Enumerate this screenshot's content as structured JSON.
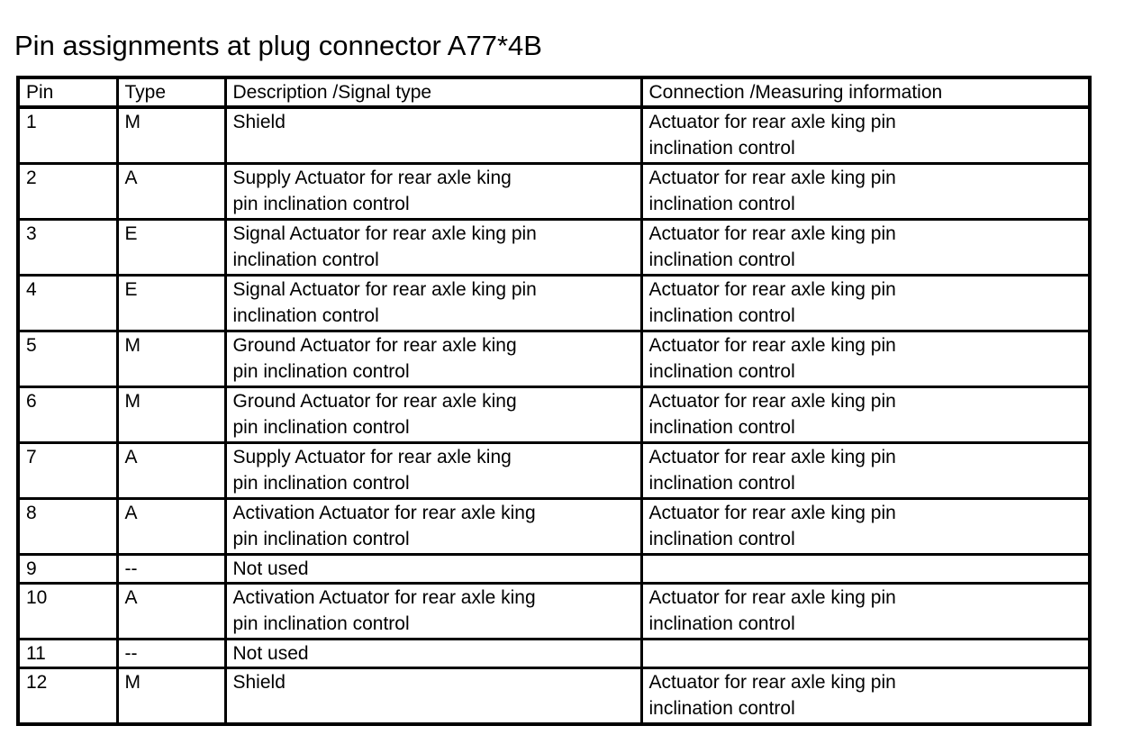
{
  "document": {
    "title": "Pin assignments at plug connector A77*4B"
  },
  "table": {
    "headers": {
      "pin": "Pin",
      "type": "Type",
      "description": "Description /Signal type",
      "connection": "Connection /Measuring information"
    },
    "rows": [
      {
        "pin": "1",
        "type": "M",
        "description_l1": "Shield",
        "description_l2": "",
        "connection_l1": "Actuator for rear axle king pin",
        "connection_l2": "inclination control"
      },
      {
        "pin": "2",
        "type": "A",
        "description_l1": "Supply Actuator for rear axle king",
        "description_l2": "pin inclination control",
        "connection_l1": "Actuator for rear axle king pin",
        "connection_l2": "inclination control"
      },
      {
        "pin": "3",
        "type": "E",
        "description_l1": "Signal Actuator for rear axle king pin",
        "description_l2": "inclination control",
        "connection_l1": "Actuator for rear axle king pin",
        "connection_l2": "inclination control"
      },
      {
        "pin": "4",
        "type": "E",
        "description_l1": "Signal Actuator for rear axle king pin",
        "description_l2": "inclination control",
        "connection_l1": "Actuator for rear axle king pin",
        "connection_l2": "inclination control"
      },
      {
        "pin": "5",
        "type": "M",
        "description_l1": "Ground Actuator for rear axle king",
        "description_l2": "pin inclination control",
        "connection_l1": "Actuator for rear axle king pin",
        "connection_l2": "inclination control"
      },
      {
        "pin": "6",
        "type": "M",
        "description_l1": "Ground Actuator for rear axle king",
        "description_l2": "pin inclination control",
        "connection_l1": "Actuator for rear axle king pin",
        "connection_l2": "inclination control"
      },
      {
        "pin": "7",
        "type": "A",
        "description_l1": "Supply Actuator for rear axle king",
        "description_l2": "pin inclination control",
        "connection_l1": "Actuator for rear axle king pin",
        "connection_l2": "inclination control"
      },
      {
        "pin": "8",
        "type": "A",
        "description_l1": "Activation Actuator for rear axle king",
        "description_l2": "pin inclination control",
        "connection_l1": "Actuator for rear axle king pin",
        "connection_l2": "inclination control"
      },
      {
        "pin": "9",
        "type": "--",
        "description_l1": "Not used",
        "description_l2": "",
        "connection_l1": "",
        "connection_l2": ""
      },
      {
        "pin": "10",
        "type": "A",
        "description_l1": "Activation Actuator for rear axle king",
        "description_l2": "pin inclination control",
        "connection_l1": "Actuator for rear axle king pin",
        "connection_l2": "inclination control"
      },
      {
        "pin": "11",
        "type": "--",
        "description_l1": "Not used",
        "description_l2": "",
        "connection_l1": "",
        "connection_l2": ""
      },
      {
        "pin": "12",
        "type": "M",
        "description_l1": "Shield",
        "description_l2": "",
        "connection_l1": "Actuator for rear axle king pin",
        "connection_l2": "inclination control"
      }
    ],
    "row_heights": [
      "tall",
      "tall",
      "tall",
      "tall",
      "tall",
      "tall",
      "tall",
      "tall",
      "short",
      "tall",
      "short",
      "tall"
    ]
  },
  "colors": {
    "background": "#ffffff",
    "text": "#000000",
    "border": "#000000"
  }
}
